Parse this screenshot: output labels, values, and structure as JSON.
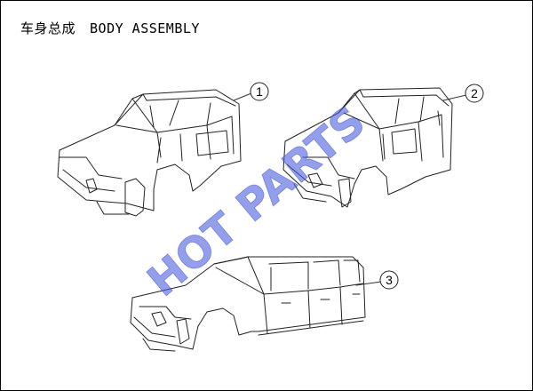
{
  "title": {
    "chinese": "车身总成",
    "english": "BODY ASSEMBLY"
  },
  "callouts": [
    "1",
    "2",
    "3"
  ],
  "watermark": {
    "text": "HOT PARTS",
    "color": "#4d5fe0"
  },
  "vehicles": [
    {
      "label": "1",
      "icon": "cab-body-shell-icon"
    },
    {
      "label": "2",
      "icon": "double-cab-body-shell-icon"
    },
    {
      "label": "3",
      "icon": "crew-cab-pickup-body-icon"
    }
  ]
}
